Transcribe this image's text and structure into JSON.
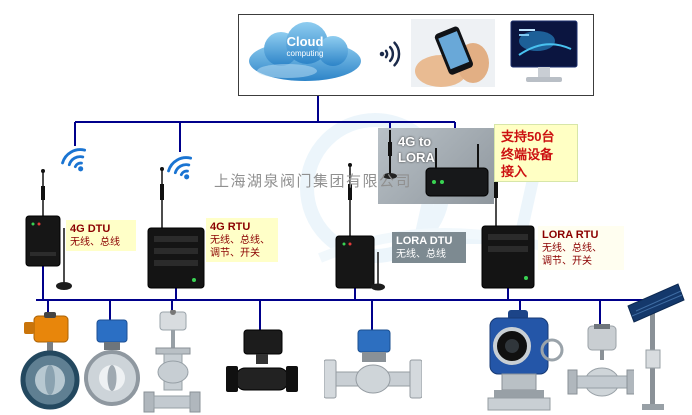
{
  "colors": {
    "connector_line": "#00008B",
    "label_bg": "#ffffc8",
    "label_text": "#8B0000",
    "wifi_blue": "#1a74d2",
    "note_text": "#cc1111"
  },
  "top_panel": {
    "cloud": {
      "line1": "Cloud",
      "line2": "computing"
    },
    "icons": [
      "wifi-signal-icon",
      "hand-holding-phone-photo",
      "desktop-monitor-photo"
    ]
  },
  "labels": {
    "dtu4g": {
      "title": "4G DTU",
      "desc1": "无线、总线"
    },
    "rtu4g": {
      "title": "4G RTU",
      "desc1": "无线、总线、",
      "desc2": "调节、开关"
    },
    "lora_dtu": {
      "title": "LORA DTU",
      "desc1": "无线、总线"
    },
    "lora_rtu": {
      "title": "LORA RTU",
      "desc1": "无线、总线、",
      "desc2": "调节、开关"
    }
  },
  "gateway": {
    "caption1": "4G to",
    "caption2": "LORA"
  },
  "note": {
    "line1": "支持50台",
    "line2": "终端设备",
    "line3": "接入"
  },
  "watermark": {
    "company": "上海湖泉阀门集团有限公司"
  },
  "middle_device_icons": [
    "4g-dtu-modem-with-antenna",
    "4g-rtu-box-with-antenna",
    "4g-to-lora-gateway-router",
    "lora-dtu-modem-with-antenna",
    "lora-rtu-box-with-antenna"
  ],
  "equipment_icons": [
    "butterfly-valve-orange-actuator",
    "butterfly-valve-blue-actuator",
    "electric-gate-valve",
    "black-ball-valve",
    "flanged-ball-valve-blue-actuator",
    "blue-electric-actuator-valve",
    "electric-globe-valve",
    "solar-panel-pole"
  ]
}
